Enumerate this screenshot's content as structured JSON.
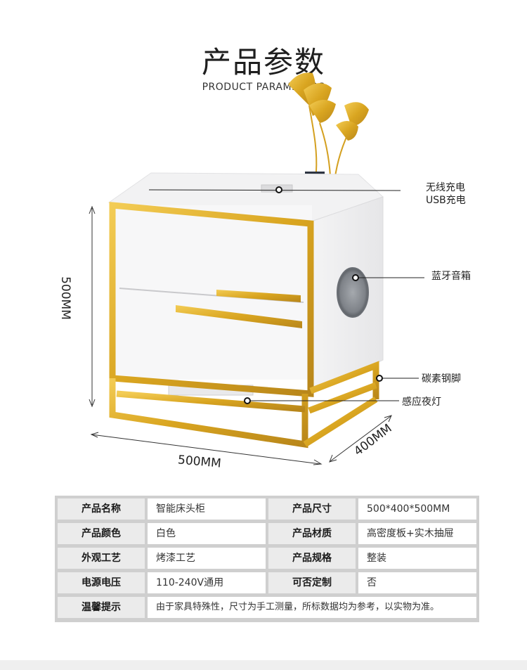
{
  "header": {
    "title": "产品参数",
    "subtitle": "PRODUCT PARAMETERS"
  },
  "callouts": {
    "charging_line1": "无线充电",
    "charging_line2": "USB充电",
    "speaker": "蓝牙音箱",
    "legs": "碳素钢脚",
    "night_light": "感应夜灯"
  },
  "dimensions": {
    "height": "500MM",
    "width": "500MM",
    "depth": "400MM"
  },
  "specs": {
    "rows": [
      {
        "label1": "产品名称",
        "value1": "智能床头柜",
        "label2": "产品尺寸",
        "value2": "500*400*500MM"
      },
      {
        "label1": "产品颜色",
        "value1": "白色",
        "label2": "产品材质",
        "value2": "高密度板+实木抽屉"
      },
      {
        "label1": "外观工艺",
        "value1": "烤漆工艺",
        "label2": "产品规格",
        "value2": "整装"
      },
      {
        "label1": "电源电压",
        "value1": "110-240V通用",
        "label2": "可否定制",
        "value2": "否"
      }
    ],
    "notice": {
      "label": "温馨提示",
      "value": "由于家具特殊性，尺寸为手工测量，所标数据均为参考，以实物为准。"
    }
  },
  "colors": {
    "gold": "#d9a520",
    "cabinet_white": "#f7f7f8",
    "speaker_gray": "#8c9096"
  }
}
